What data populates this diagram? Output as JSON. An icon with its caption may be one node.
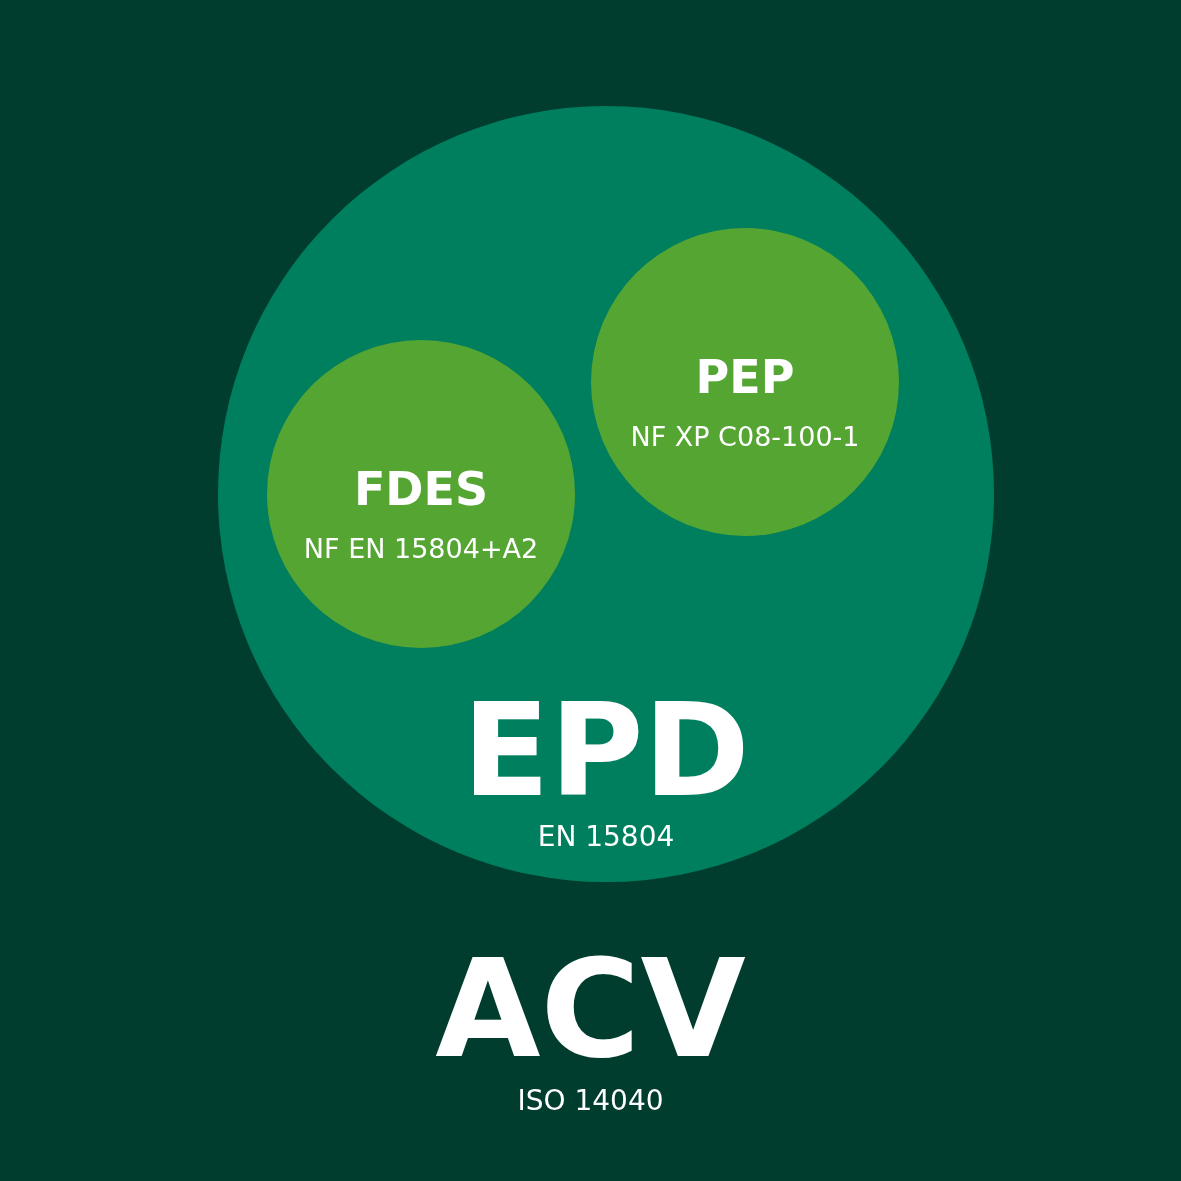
{
  "diagram": {
    "nodes": [
      {
        "text": [
          "ACV",
          "ISO 14040"
        ]
      },
      {
        "text": [
          "EPD",
          "EN 15804"
        ],
        "in": 0
      },
      {
        "text": [
          "PEP",
          "NF XP C08-100-1"
        ],
        "in": 1
      },
      {
        "text": [
          "FDES",
          "NF EN 15804+A2"
        ],
        "in": 1
      }
    ]
  }
}
